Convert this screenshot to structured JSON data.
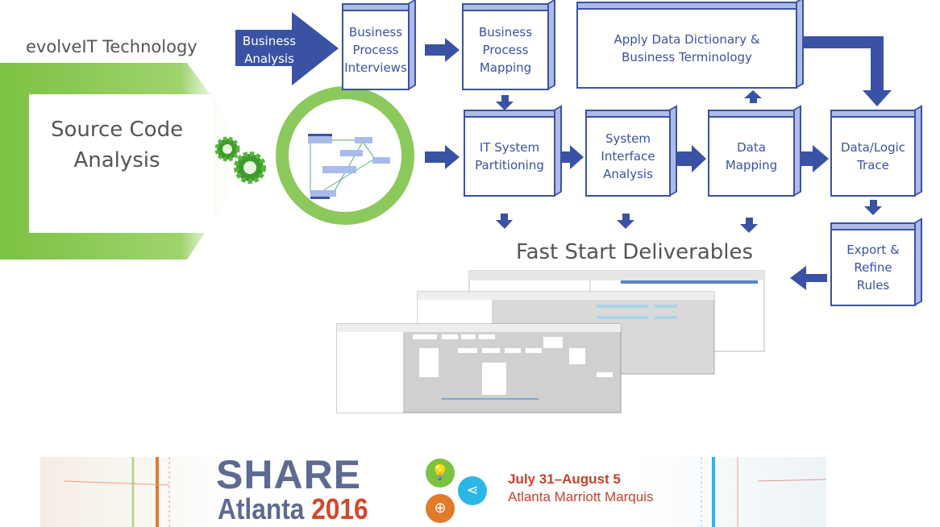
{
  "left": {
    "technology_label": "evolveIT Technology",
    "source_title": "Source Code Analysis"
  },
  "flow": {
    "business_analysis": "Business Analysis",
    "bp_interviews": "Business Process Interviews",
    "bp_mapping": "Business Process Mapping",
    "data_dictionary": "Apply Data Dictionary & Business Terminology",
    "it_partitioning": "IT System Partitioning",
    "system_interface": "System Interface Analysis",
    "data_mapping": "Data Mapping",
    "data_logic_trace": "Data/Logic Trace",
    "export_refine": "Export & Refine Rules",
    "deliverables_title": "Fast Start Deliverables"
  },
  "banner": {
    "brand": "SHARE",
    "city": "Atlanta",
    "year": "2016",
    "dates": "July 31–August 5",
    "venue": "Atlanta Marriott Marquis"
  },
  "colors": {
    "blue": "#3a52a4",
    "green": "#7cc242",
    "orange": "#e07b2a",
    "cyan": "#2bb6e6",
    "red": "#c8412c"
  }
}
